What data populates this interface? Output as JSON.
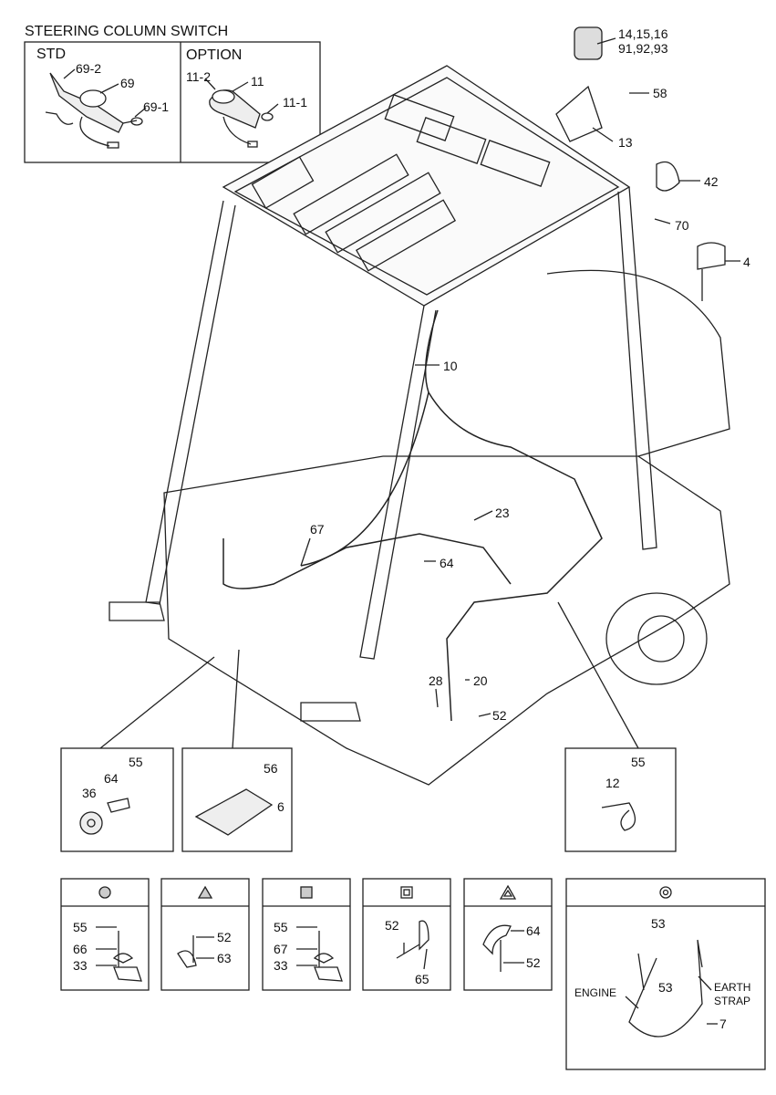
{
  "steering": {
    "title": "STEERING COLUMN SWITCH",
    "std": "STD",
    "option": "OPTION",
    "std_parts": [
      "69-2",
      "69",
      "69-1"
    ],
    "opt_parts": [
      "11-2",
      "11",
      "11-1"
    ]
  },
  "main_callouts": {
    "beacon_a": "14,15,16",
    "beacon_b": "91,92,93",
    "c58": "58",
    "c13": "13",
    "c42": "42",
    "c70": "70",
    "c4": "4",
    "c10": "10",
    "c67": "67",
    "c64": "64",
    "c23": "23",
    "c28": "28",
    "c20": "20",
    "c52": "52"
  },
  "detail_horn": {
    "p55": "55",
    "p64": "64",
    "p36": "36"
  },
  "detail_pedal": {
    "p56": "56",
    "p6": "6"
  },
  "detail_clamp": {
    "p55": "55",
    "p12": "12"
  },
  "clamp_boxes": [
    {
      "symbol": "circle-dotted",
      "labels": [
        "55",
        "66",
        "33"
      ]
    },
    {
      "symbol": "triangle-dotted",
      "labels": [
        "52",
        "63"
      ]
    },
    {
      "symbol": "square-dotted",
      "labels": [
        "55",
        "67",
        "33"
      ]
    },
    {
      "symbol": "square-framed",
      "labels": [
        "52",
        "65"
      ]
    },
    {
      "symbol": "triangle-framed",
      "labels": [
        "64",
        "52"
      ]
    }
  ],
  "earth_box": {
    "symbol": "circle-ring",
    "p53a": "53",
    "p53b": "53",
    "engine": "ENGINE",
    "earth1": "EARTH",
    "earth2": "STRAP",
    "p7": "7"
  }
}
